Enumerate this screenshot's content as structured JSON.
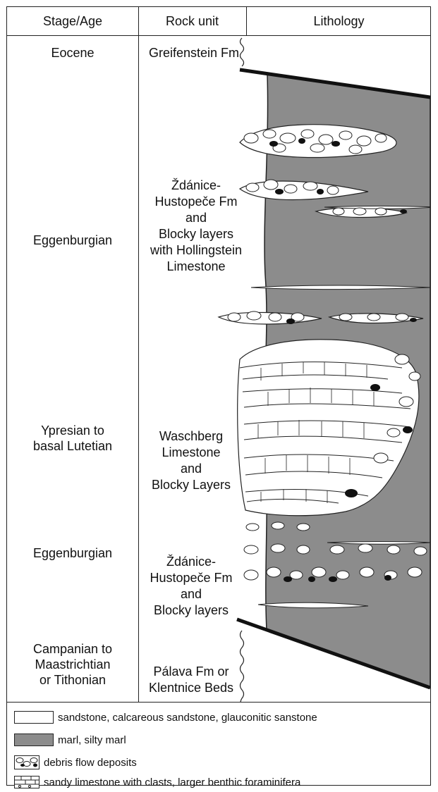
{
  "headers": {
    "stage": "Stage/Age",
    "rock": "Rock unit",
    "lith": "Lithology"
  },
  "rows": [
    {
      "stage": [
        "Eocene"
      ],
      "rock": [
        "Greifenstein Fm"
      ]
    },
    {
      "stage": [
        "Eggenburgian"
      ],
      "rock": [
        "Ždánice-",
        "Hustopeče Fm",
        "and",
        "Blocky layers",
        "with Hollingstein",
        "Limestone"
      ]
    },
    {
      "stage": [
        "Ypresian to",
        "basal Lutetian"
      ],
      "rock": [
        "Waschberg",
        "Limestone",
        "and",
        "Blocky Layers"
      ]
    },
    {
      "stage": [
        "Eggenburgian"
      ],
      "rock": [
        "Ždánice-",
        "Hustopeče Fm",
        "and",
        "Blocky layers"
      ]
    },
    {
      "stage": [
        "Campanian to",
        "Maastrichtian",
        "or Tithonian"
      ],
      "rock": [
        "Pálava Fm or",
        "Klentnice Beds"
      ]
    }
  ],
  "legend": [
    {
      "label": "sandstone, calcareous sandstone, glauconitic sanstone",
      "pattern": "sandstone"
    },
    {
      "label": "marl, silty marl",
      "pattern": "marl"
    },
    {
      "label": "debris flow deposits",
      "pattern": "debris"
    },
    {
      "label": "sandy limestone with clasts, larger benthic foraminifera",
      "pattern": "limestone"
    }
  ],
  "colors": {
    "marl": "#8c8c8c",
    "line": "#222222"
  }
}
